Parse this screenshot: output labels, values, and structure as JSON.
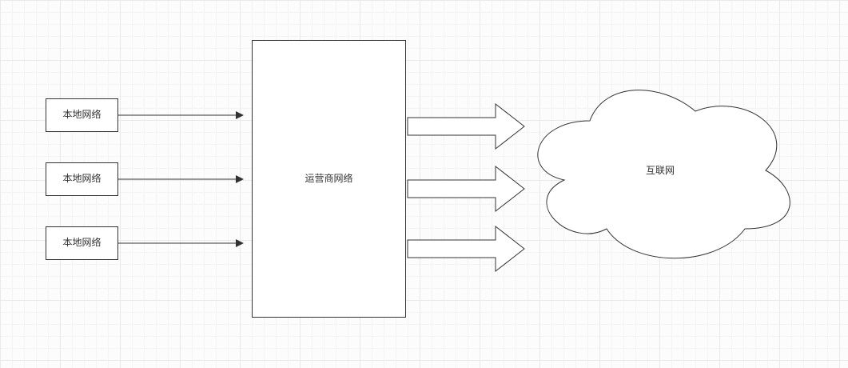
{
  "diagram": {
    "nodes": {
      "local_networks": [
        {
          "label": "本地网络"
        },
        {
          "label": "本地网络"
        },
        {
          "label": "本地网络"
        }
      ],
      "carrier": {
        "label": "运营商网络"
      },
      "internet": {
        "label": "互联网"
      }
    },
    "colors": {
      "stroke": "#333333",
      "node_fill": "#ffffff",
      "grid_minor": "#f4f4f4",
      "grid_major": "#e9e9e9"
    }
  }
}
